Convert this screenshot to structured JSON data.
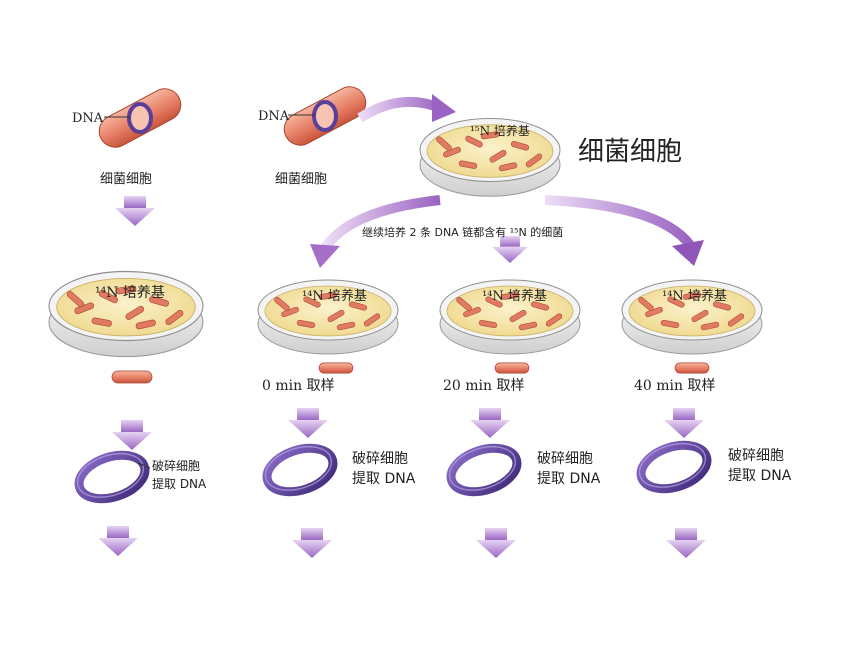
{
  "labels": {
    "dna_left": "DNA",
    "dna_right": "DNA",
    "bacteria_left": "细菌细胞",
    "bacteria_right": "细菌细胞",
    "big_caption": "细菌细胞",
    "n15_dish": "¹⁵N 培养基",
    "transfer_note": "继续培养 2 条 DNA 链都含有 ¹⁵N 的细菌",
    "n14_dish": "¹⁴N 培养基"
  },
  "samples": [
    {
      "time": "0 min 取样"
    },
    {
      "time": "20 min 取样"
    },
    {
      "time": "40 min 取样"
    }
  ],
  "extract": {
    "line1": "破碎细胞",
    "line2": "提取 DNA"
  },
  "colors": {
    "bacterium": "#e8836a",
    "bacterium_dark": "#c9553c",
    "dna_ring": "#5a3f9a",
    "medium": "#f5e6a8",
    "arrow": "#b07fd0",
    "dish_rim": "#d8d8d8"
  }
}
